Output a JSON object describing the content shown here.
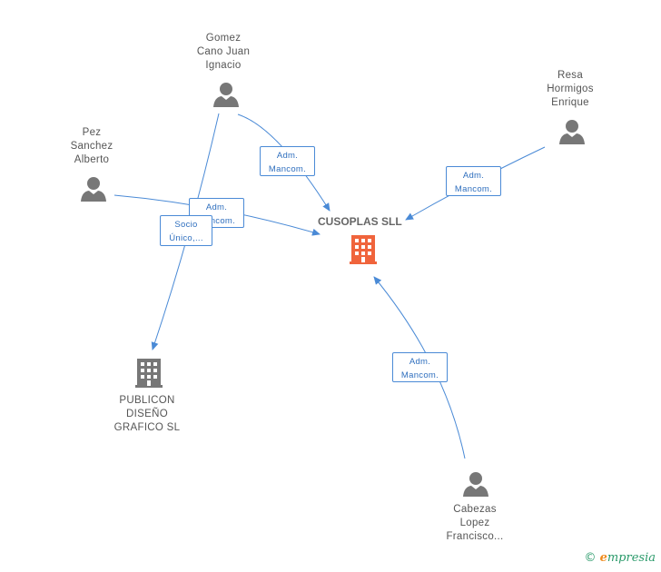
{
  "nodes": {
    "main": {
      "title": "CUSOPLAS SLL"
    },
    "gomez": {
      "lines": [
        "Gomez",
        "Cano Juan",
        "Ignacio"
      ]
    },
    "resa": {
      "lines": [
        "Resa",
        "Hormigos",
        "Enrique"
      ]
    },
    "pez": {
      "lines": [
        "Pez",
        "Sanchez",
        "Alberto"
      ]
    },
    "publicon": {
      "lines": [
        "PUBLICON",
        "DISEÑO",
        "GRAFICO SL"
      ]
    },
    "cabezas": {
      "lines": [
        "Cabezas",
        "Lopez",
        "Francisco..."
      ]
    }
  },
  "edges": {
    "gomez_main": [
      "Adm.",
      "Mancom."
    ],
    "resa_main": [
      "Adm.",
      "Mancom."
    ],
    "pez_main": [
      "Adm.",
      "Mancom."
    ],
    "gomez_publicon": [
      "Socio",
      "Único,..."
    ],
    "cabezas_main": [
      "Adm.",
      "Mancom."
    ]
  },
  "colors": {
    "edge": "#4a8ad6",
    "person": "#777777",
    "main_company": "#f0643c",
    "company": "#777777"
  },
  "footer": {
    "copyright": "©",
    "brand_initial": "e",
    "brand_rest": "mpresia"
  }
}
